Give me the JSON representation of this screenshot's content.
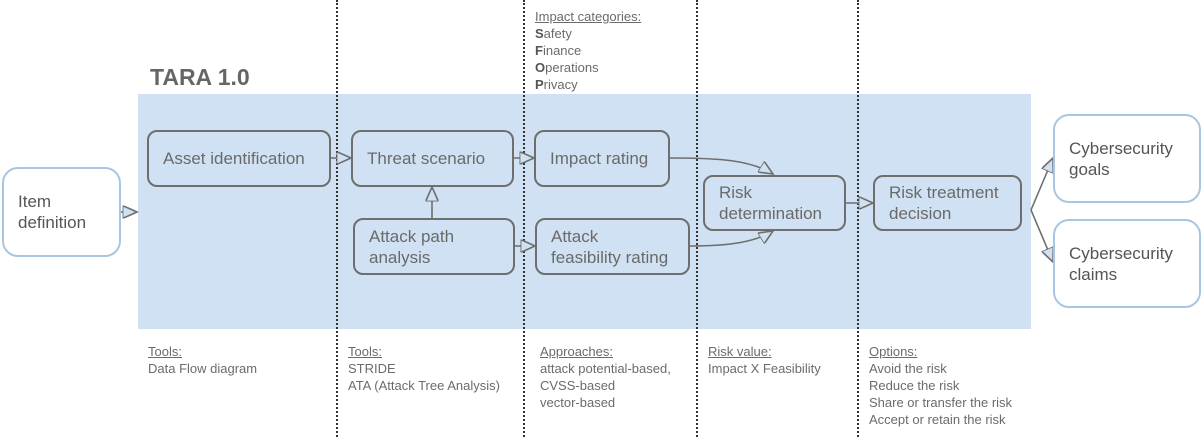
{
  "title": "TARA 1.0",
  "impact_categories": {
    "header": "Impact categories:",
    "items": [
      {
        "initial": "S",
        "rest": "afety"
      },
      {
        "initial": "F",
        "rest": "inance"
      },
      {
        "initial": "O",
        "rest": "perations"
      },
      {
        "initial": "P",
        "rest": "rivacy"
      }
    ]
  },
  "nodes": {
    "item_definition": {
      "line1": "Item",
      "line2": "definition"
    },
    "asset_identification": "Asset identification",
    "threat_scenario": "Threat scenario",
    "attack_path_analysis": {
      "line1": "Attack path",
      "line2": "analysis"
    },
    "impact_rating": "Impact rating",
    "attack_feasibility_rating": {
      "line1": "Attack",
      "line2": "feasibility rating"
    },
    "risk_determination": {
      "line1": "Risk",
      "line2": "determination"
    },
    "risk_treatment_decision": {
      "line1": "Risk treatment",
      "line2": "decision"
    },
    "cybersecurity_goals": {
      "line1": "Cybersecurity",
      "line2": "goals"
    },
    "cybersecurity_claims": {
      "line1": "Cybersecurity",
      "line2": "claims"
    }
  },
  "notes": {
    "asset": {
      "header": "Tools:",
      "lines": [
        "Data Flow diagram"
      ]
    },
    "threat": {
      "header": "Tools:",
      "lines": [
        "STRIDE",
        "ATA (Attack Tree Analysis)"
      ]
    },
    "rating": {
      "header": "Approaches:",
      "lines": [
        "attack potential-based,",
        "CVSS-based",
        "vector-based"
      ]
    },
    "risk": {
      "header": "Risk value:",
      "lines": [
        "Impact X Feasibility"
      ]
    },
    "treatment": {
      "header": "Options:",
      "lines": [
        "Avoid the risk",
        "Reduce the risk",
        "Share or transfer the risk",
        "Accept or retain the risk"
      ]
    }
  },
  "colors": {
    "tara_background": "#cfe1f2",
    "node_border": "#6e6e6e",
    "external_border": "#a9c6e0"
  }
}
